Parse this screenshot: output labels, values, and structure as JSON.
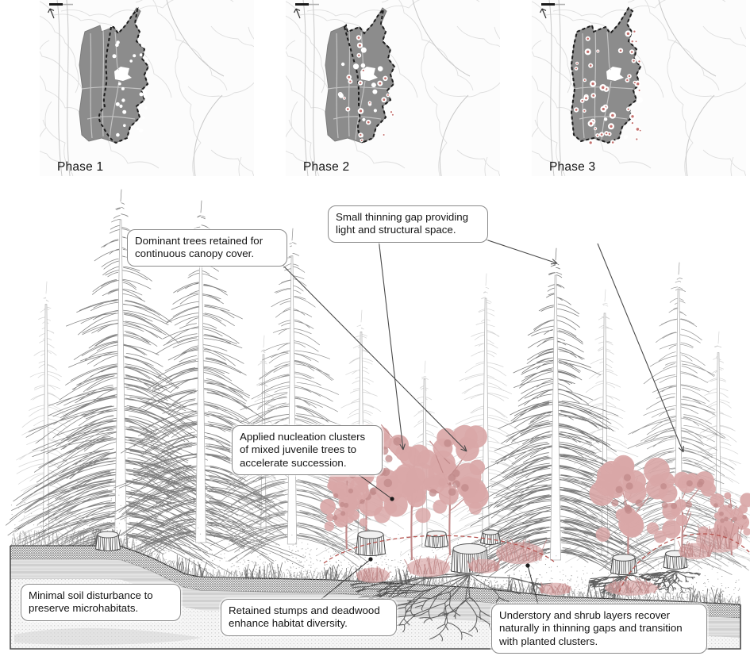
{
  "phases": [
    {
      "label": "Phase 1"
    },
    {
      "label": "Phase 2"
    },
    {
      "label": "Phase 3"
    }
  ],
  "callouts": {
    "dominant": "Dominant trees retained for continuous canopy cover.",
    "thinning": "Small thinning gap providing light and structural space.",
    "nucleation": "Applied nucleation clusters of mixed juvenile trees to accelerate succession.",
    "soil": "Minimal soil disturbance to preserve microhabitats.",
    "stumps": "Retained stumps and deadwood enhance habitat diversity.",
    "understory": "Understory and shrub layers recover naturally in thinning gaps and transition with planted clusters."
  },
  "map_legend": {
    "north_arrow_icon": "north-arrow",
    "scale_bar_icon": "scale-bar"
  },
  "colors": {
    "parcel_gray": "#8c8c8c",
    "contour_gray": "#dedede",
    "boundary_black": "#1c1c1c",
    "dot_white": "#ffffff",
    "dot_red": "#c4716e",
    "cluster_pink": "#d9a7a7",
    "pink_stroke": "#c08989",
    "annotation_red": "#b5524e",
    "tree_dark": "#777777",
    "tree_faded": "#cfcfcf",
    "soil_line": "#2b2b2b"
  }
}
